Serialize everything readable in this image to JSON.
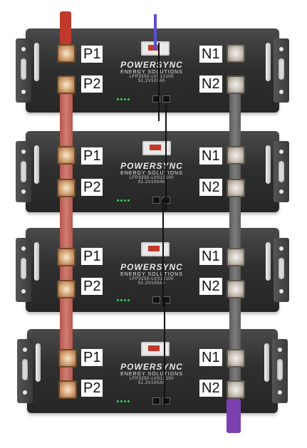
{
  "brand": {
    "name": "POWERSYNC",
    "sub": "ENERGY SOLUTIONS",
    "model": "LFP3250-LVS12100",
    "spec": "51.2V100Ah"
  },
  "units": [
    {
      "pos1": "P1",
      "pos2": "P2",
      "neg1": "N1",
      "neg2": "N2"
    },
    {
      "pos1": "P1",
      "pos2": "P2",
      "neg1": "N1",
      "neg2": "N2"
    },
    {
      "pos1": "P1",
      "pos2": "P2",
      "neg1": "N1",
      "neg2": "N2"
    },
    {
      "pos1": "P1",
      "pos2": "P2",
      "neg1": "N1",
      "neg2": "N2"
    }
  ],
  "colors": {
    "positive_cable": "#c0392b",
    "negative_cable": "#7b3fb0",
    "positive_busbar": "#c76b61",
    "negative_busbar": "#6e6e6e"
  }
}
